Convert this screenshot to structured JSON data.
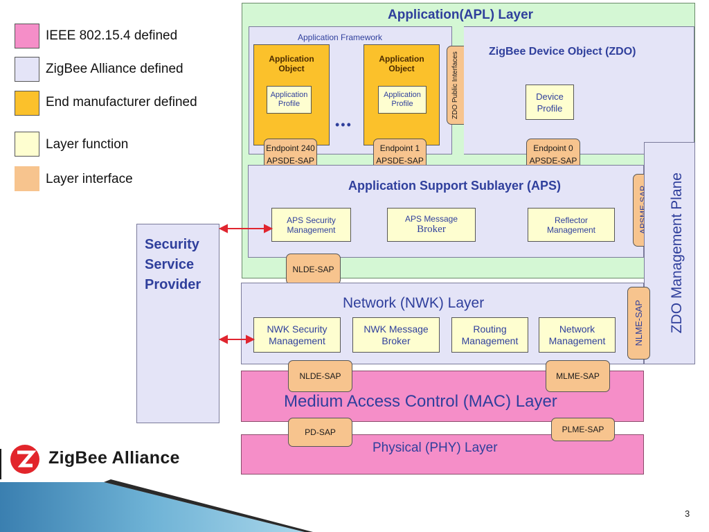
{
  "legend": [
    {
      "label": "IEEE 802.15.4 defined",
      "color": "#f58ec8"
    },
    {
      "label": "ZigBee Alliance defined",
      "color": "#e4e4f7"
    },
    {
      "label": "End manufacturer defined",
      "color": "#fbc12b"
    },
    {
      "label": "Layer function",
      "color": "#fefed0"
    },
    {
      "label": "Layer interface",
      "color": "#f7c48e"
    }
  ],
  "apl": {
    "title": "Application(APL) Layer",
    "framework_label": "Application Framework",
    "app_object_1": {
      "title": "Application Object",
      "profile": "Application Profile",
      "endpoint": "Endpoint 240",
      "sap": "APSDE-SAP"
    },
    "app_object_2": {
      "title": "Application Object",
      "profile": "Application Profile",
      "endpoint": "Endpoint 1",
      "sap": "APSDE-SAP"
    },
    "ellipsis": "•••",
    "zdo_public_interfaces": "ZDO Public Interfaces",
    "zdo": {
      "title": "ZigBee Device Object (ZDO)",
      "profile": "Device Profile",
      "endpoint": "Endpoint 0",
      "sap": "APSDE-SAP"
    }
  },
  "aps": {
    "title": "Application Support Sublayer (APS)",
    "security": "APS Security Management",
    "broker_1": "APS Message",
    "broker_2": "Broker",
    "reflector": "Reflector Management",
    "apsme_sap": "APSME-SAP",
    "nlde_sap": "NLDE-SAP"
  },
  "security_provider": "Security Service Provider",
  "zdo_plane": "ZDO Management Plane",
  "nwk": {
    "title": "Network (NWK) Layer",
    "security": "NWK Security Management",
    "broker": "NWK Message Broker",
    "routing": "Routing Management",
    "network": "Network Management",
    "nlme_sap": "NLME-SAP"
  },
  "mac": {
    "title": "Medium Access Control (MAC) Layer",
    "nlde_sap": "NLDE-SAP",
    "mlme_sap": "MLME-SAP"
  },
  "phy": {
    "title": "Physical (PHY) Layer",
    "pd_sap": "PD-SAP",
    "plme_sap": "PLME-SAP"
  },
  "logo_text": "ZigBee Alliance",
  "page_number": "3"
}
